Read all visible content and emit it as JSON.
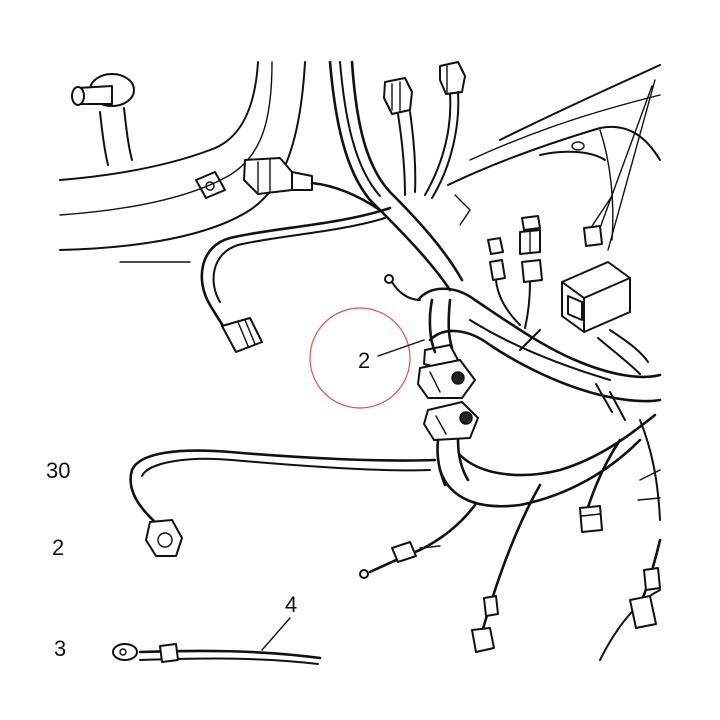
{
  "callouts": {
    "item_2": "2",
    "item_4": "4"
  },
  "edge_labels": {
    "left_30": "30",
    "left_2": "2",
    "left_3": "3"
  },
  "colors": {
    "line": "#111111",
    "highlight_circle": "#d9534f",
    "background": "#ffffff"
  }
}
